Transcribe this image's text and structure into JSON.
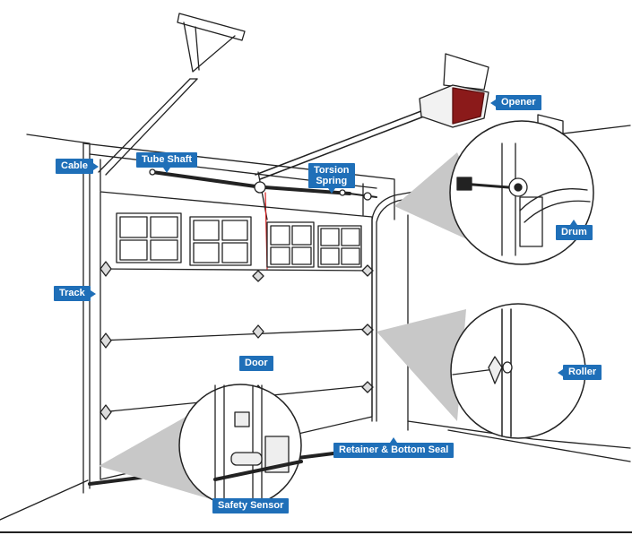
{
  "diagram": {
    "colors": {
      "callout_bg": "#1f6fb8",
      "callout_text": "#ffffff",
      "line": "#222222",
      "opener_red": "#8b1a1a",
      "cable_red": "#d42020",
      "magnifier_shadow": "#c8c8c8"
    },
    "labels": {
      "cable": "Cable",
      "tube_shaft": "Tube Shaft",
      "torsion_spring_line1": "Torsion",
      "torsion_spring_line2": "Spring",
      "opener": "Opener",
      "drum": "Drum",
      "track": "Track",
      "door": "Door",
      "roller": "Roller",
      "retainer_bottom_seal": "Retainer & Bottom Seal",
      "safety_sensor": "Safety Sensor"
    }
  }
}
